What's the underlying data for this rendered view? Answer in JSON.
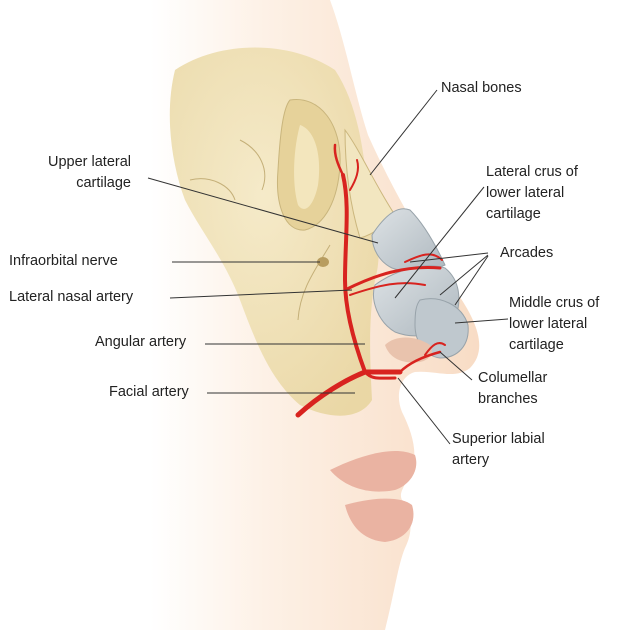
{
  "labels": {
    "nasal_bones": "Nasal bones",
    "upper_lateral_1": "Upper lateral",
    "upper_lateral_2": "cartilage",
    "infraorbital_nerve": "Infraorbital nerve",
    "lateral_nasal_artery": "Lateral nasal artery",
    "angular_artery": "Angular artery",
    "facial_artery": "Facial artery",
    "lateral_crus_1": "Lateral crus of",
    "lateral_crus_2": "lower lateral",
    "lateral_crus_3": "cartilage",
    "arcades": "Arcades",
    "middle_crus_1": "Middle crus of",
    "middle_crus_2": "lower lateral",
    "middle_crus_3": "cartilage",
    "columellar_1": "Columellar",
    "columellar_2": "branches",
    "superior_labial_1": "Superior labial",
    "superior_labial_2": "artery"
  },
  "colors": {
    "skin": "#fbe3cf",
    "bone": "#efe2b4",
    "cartilage": "#c9d1d6",
    "artery": "#d8231f",
    "lip": "#ecb5a6",
    "leader": "#333333"
  }
}
